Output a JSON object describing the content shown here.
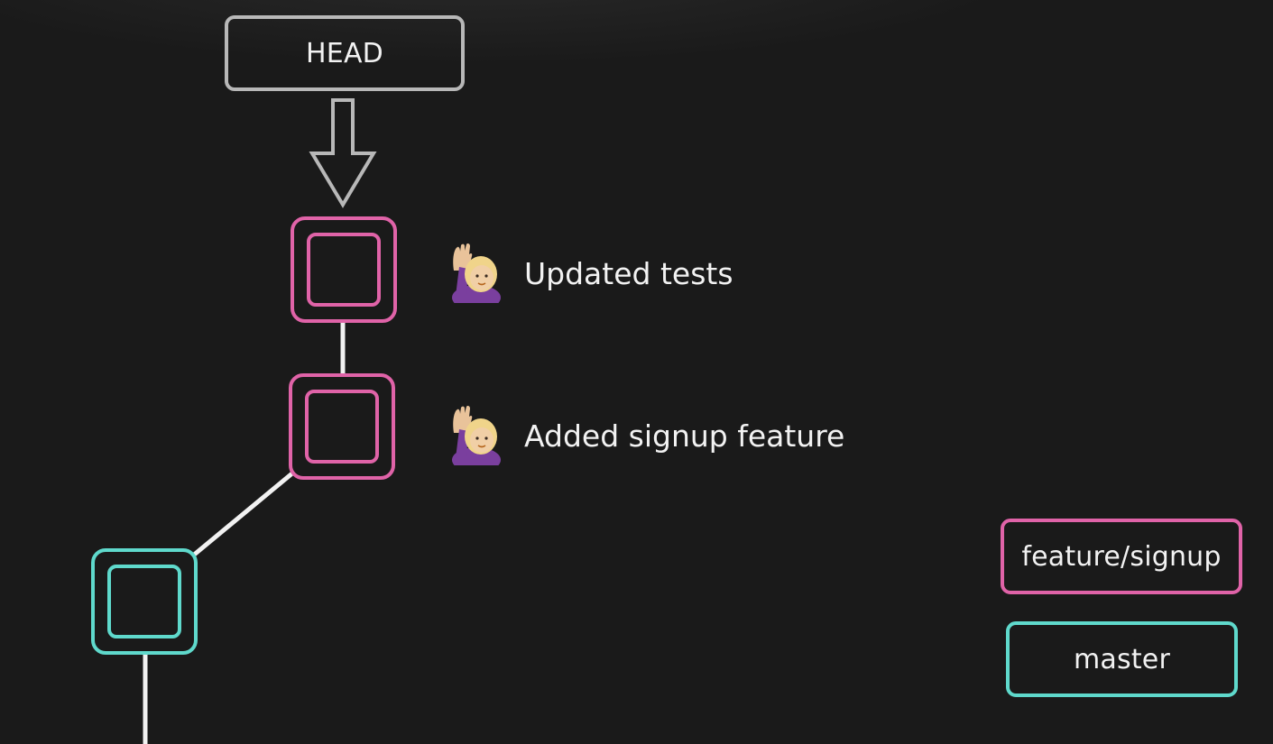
{
  "head": {
    "label": "HEAD"
  },
  "commits": [
    {
      "branch": "feature/signup",
      "message": "Updated tests",
      "avatar": "woman-raising-hand-emoji"
    },
    {
      "branch": "feature/signup",
      "message": "Added signup feature",
      "avatar": "woman-raising-hand-emoji"
    },
    {
      "branch": "master",
      "message": "",
      "avatar": ""
    }
  ],
  "branches": [
    {
      "name": "feature/signup",
      "color": "#e063a8"
    },
    {
      "name": "master",
      "color": "#5fd9cc"
    }
  ],
  "colors": {
    "background": "#1a1a1a",
    "head": "#b8b8b8",
    "link": "#f2f2f2"
  }
}
